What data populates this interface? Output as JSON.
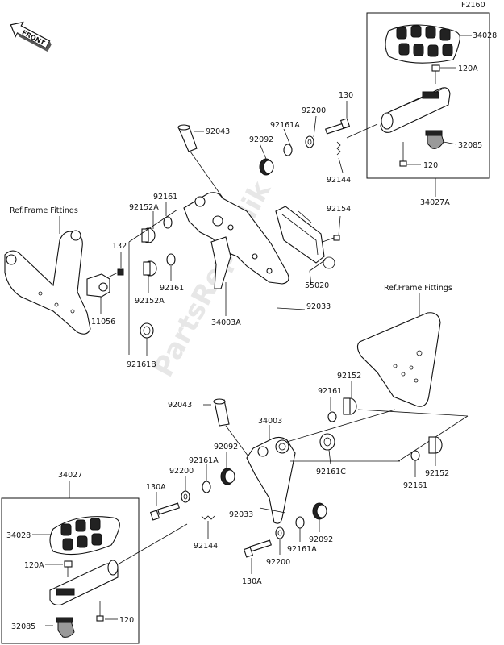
{
  "figure_code": "F2160",
  "front_marker": "FRONT",
  "watermark": "PartsRepublik",
  "labels": {
    "r_34028": "34028",
    "r_120A": "120A",
    "r_32085": "32085",
    "r_120": "120",
    "r_34027A": "34027A",
    "u_130": "130",
    "u_92200": "92200",
    "u_92161A": "92161A",
    "u_92092": "92092",
    "u_92043": "92043",
    "u_92144": "92144",
    "u_92161": "92161",
    "u_92152A_top": "92152A",
    "u_92154": "92154",
    "u_132": "132",
    "u_55020": "55020",
    "u_92161_mid": "92161",
    "u_92152A_mid": "92152A",
    "u_11056": "11056",
    "u_34003A": "34003A",
    "u_92033": "92033",
    "u_92161B": "92161B",
    "ref_left": "Ref.Frame Fittings",
    "ref_right": "Ref.Frame Fittings",
    "l_92043": "92043",
    "l_34003": "34003",
    "l_92161_r": "92161",
    "l_92152_r": "92152",
    "l_92092": "92092",
    "l_92161A": "92161A",
    "l_92200": "92200",
    "l_130A": "130A",
    "l_92161C": "92161C",
    "l_92161_low": "92161",
    "l_92152_low": "92152",
    "l_92033": "92033",
    "l_92144": "92144",
    "l_34027": "34027",
    "l_34028": "34028",
    "l_120A": "120A",
    "l_32085": "32085",
    "l_120": "120",
    "l_92092_b": "92092",
    "l_92161A_b": "92161A",
    "l_92200_b": "92200",
    "l_130A_b": "130A"
  }
}
